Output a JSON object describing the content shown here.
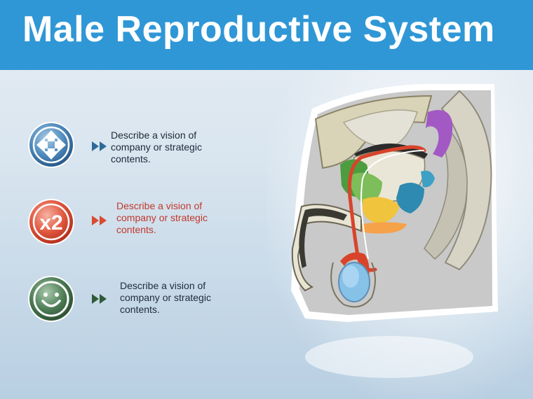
{
  "slide": {
    "title": "Male Reproductive System"
  },
  "items": [
    {
      "text": "Describe a vision of company or strategic contents.",
      "color": "#1e2a3a",
      "icon": "arrows-cross-icon",
      "icon_color": "#3d78a8"
    },
    {
      "text": "Describe a vision of company or strategic contents.",
      "color": "#c0392b",
      "icon": "times-two-icon",
      "icon_text": "x2",
      "icon_color": "#e0573f"
    },
    {
      "text": "Describe a vision of company or strategic contents.",
      "color": "#1e2a3a",
      "icon": "smiley-face-icon",
      "icon_color": "#3d6b45"
    }
  ]
}
